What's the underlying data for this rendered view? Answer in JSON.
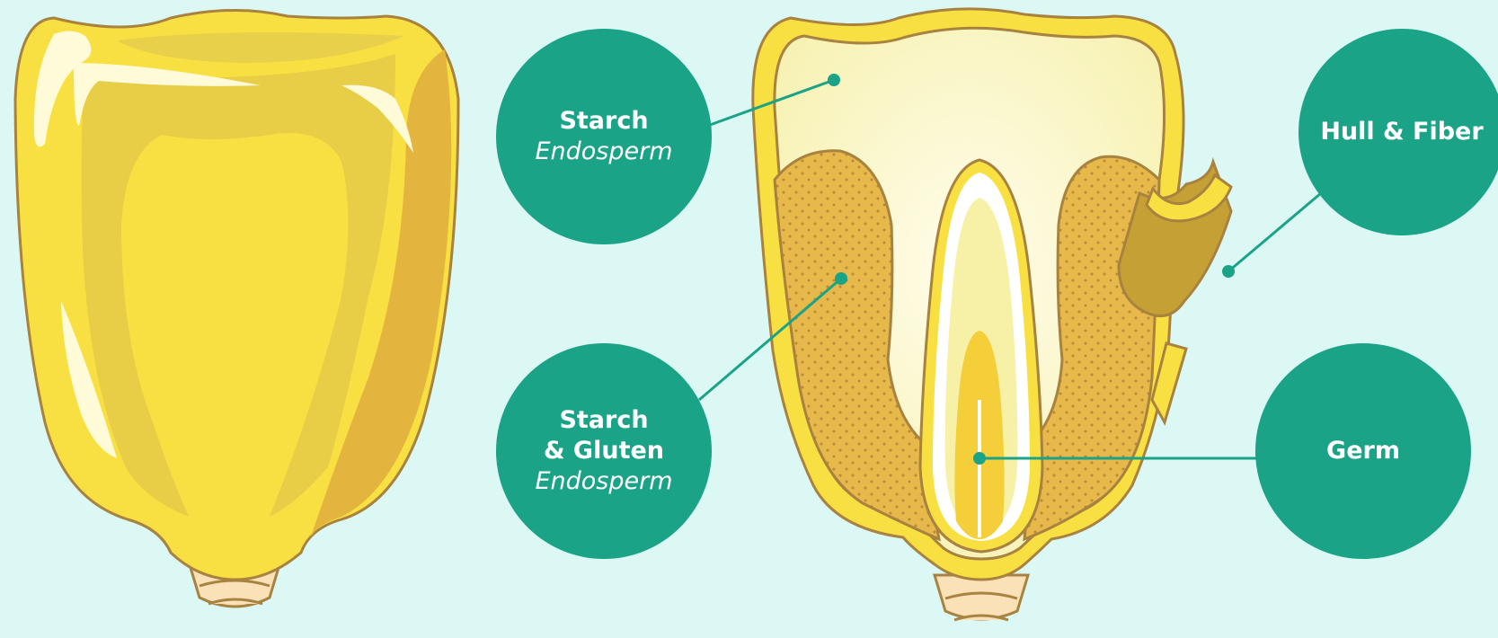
{
  "labels": {
    "starch": {
      "title": "Starch",
      "subtitle": "Endosperm"
    },
    "starch_gluten": {
      "title_line1": "Starch",
      "title_line2": "& Gluten",
      "subtitle": "Endosperm"
    },
    "hull_fiber": {
      "title": "Hull & Fiber"
    },
    "germ": {
      "title": "Germ"
    }
  },
  "colors": {
    "background": "#dbf8f5",
    "label_circle": "#1aa386",
    "leader_line": "#1aa386",
    "kernel_yellow": "#f9e042",
    "kernel_outline": "#a8823f",
    "gluten_endosperm": "#e7b84a",
    "hull_fiber": "#c4a035",
    "starch_endosperm": "#fbf7c6",
    "germ": "#f4cf3a",
    "tip_cap": "#fbe1b8"
  }
}
